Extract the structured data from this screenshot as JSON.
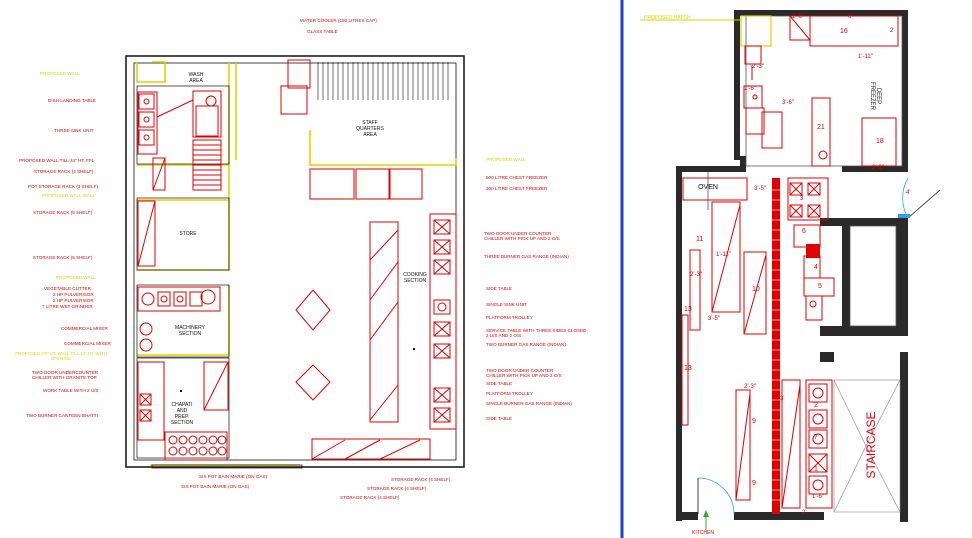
{
  "left_plan": {
    "rooms": {
      "wash_area": "WASH\nAREA",
      "staff_quarters": "STAFF\nQUARTERS\nAREA",
      "store": "STORE",
      "cooking": "COOKING\nSECTION",
      "machinery": "MACHINERY\nSECTION",
      "chapati": "CHAPATI\nAND\nPREP.\nSECTION"
    },
    "labels_left": [
      "PROPOSED WALL",
      "DISH LANDING TABLE",
      "THREE SINK UNIT",
      "PROPOSED WALL TILL 34\" HT. FFL",
      "STORAGE RACK (4 SHELF)",
      "POT STORAGE RACK (3 SHELF)",
      "PROPOSED WALL WALL",
      "STORAGE RACK (5 SHELF)",
      "STORAGE RACK (5 SHELF)",
      "PROPOSED WALL",
      "VEGETABLE CUTTER",
      "2 HP PULVERISOR",
      "2 HP PULVERISOR",
      "7 LITRE WET GRINDER",
      "COMMERCIAL MIXER",
      "COMMERCIAL MIXER",
      "PROPOSED 6'0\" HT. WALL TILL 34\" HT. WITH OPENING",
      "TWO DOOR UNDERCOUNTER\nCHILLER WITH GRANITE TOP",
      "WORK TABLE WITH 2 U/S",
      "TWO BURNER CANTEEN BHATTI"
    ],
    "labels_top": [
      "WATER COOLER (150 LITRES CAP)",
      "GLASS TABLE"
    ],
    "labels_right": [
      "PROPOSED WALL",
      "500 LITRE CHEST FREEZER",
      "300 LITRE CHEST FREEZER",
      "TWO DOOR UNDER COUNTER\nCHILLER WITH PICK UP AND 2 O/S",
      "THREE BURNER GAS RANGE (INDIAN)",
      "SIDE TABLE",
      "SINGLE SINK UNIT",
      "PLATFORM TROLLEY",
      "SERVICE TABLE WITH THREE SIDES CLOSED,\n2 U/S AND 2 O/S",
      "TWO BURNER GAS RANGE (INDIAN)",
      "TWO DOOR UNDER COUNTER\nCHILLER WITH PICK UP AND 2 O/S",
      "SIDE TABLE",
      "PLATFORM TROLLEY",
      "SINGLE BURNER GAS RANGE (INDIAN)",
      "SIDE TABLE"
    ],
    "labels_bottom": [
      "SIX POT BAIN MARIE (ON GAS)",
      "SIX POT BAIN MARIE (ON GAS)",
      "STORAGE RACK (4 SHELF)",
      "STORAGE RACK (4 SHELF)",
      "STORAGE RACK (4 SHELF)"
    ]
  },
  "right_plan": {
    "top_label": "PROPOSED HATCH",
    "oven": "OVEN",
    "deep_freezer": "DEEP\nFREEZER",
    "staircase": "STAIRCASE",
    "kitchen": "KITCHEN",
    "dims": [
      "1'-6\"",
      "6'",
      "16",
      "2'",
      "1'-11\"",
      "1'-6\"",
      "2'-3\"",
      "3'-6\"",
      "21",
      "18",
      "2'-3\"",
      "4'",
      "3'-5\"",
      "3",
      "11",
      "6",
      "1'-11\"",
      "2'-3\"",
      "10",
      "4",
      "5",
      "13",
      "3'-5\"",
      "13",
      "2'-3\"",
      "3'",
      "2",
      "9",
      "7",
      "9",
      "1",
      "2'",
      "1'-6\""
    ]
  },
  "colors": {
    "wall": "#111111",
    "equipment": "#e00000",
    "proposed": "#e6d000",
    "divider": "#1f3fd6",
    "door": "#2aa6e0",
    "exit": "#2bb02b"
  }
}
